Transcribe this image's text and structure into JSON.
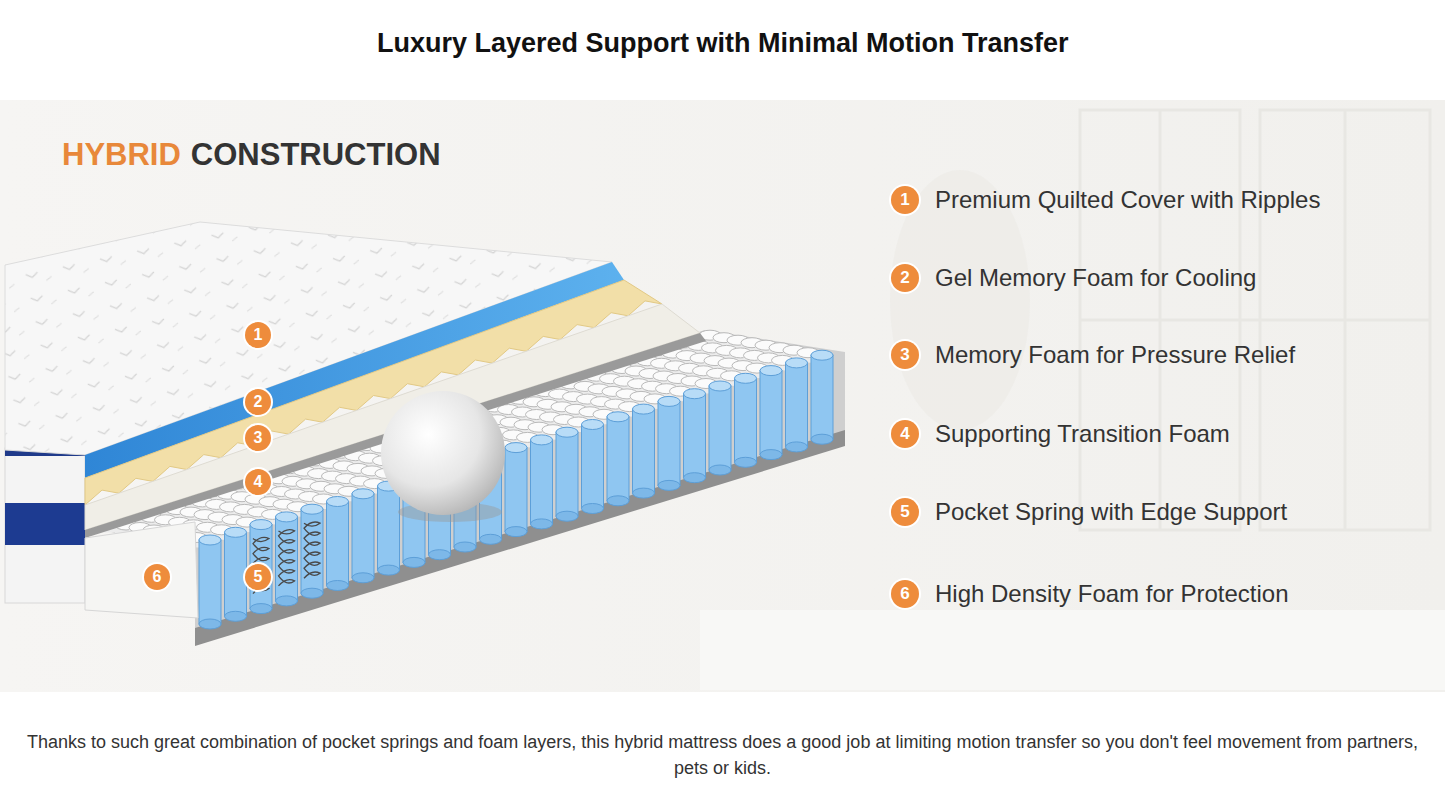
{
  "diagram": {
    "title": "Luxury Layered Support with Minimal Motion Transfer",
    "caption": "Thanks to such great combination of pocket springs and foam layers, this hybrid mattress does a good job at limiting motion transfer so you don't feel movement from partners, pets or kids.",
    "labels": [
      "HYBRID",
      "CONSTRUCTION",
      "1",
      "2",
      "3",
      "4",
      "6",
      "5",
      "1",
      "Premium Quilted Cover with Ripples",
      "2",
      "Gel Memory Foam for Cooling",
      "3",
      "Memory Foam for Pressure Relief",
      "4",
      "Supporting Transition Foam",
      "5",
      "Pocket Spring with Edge Support",
      "6",
      "High Density Foam for Protection"
    ]
  }
}
